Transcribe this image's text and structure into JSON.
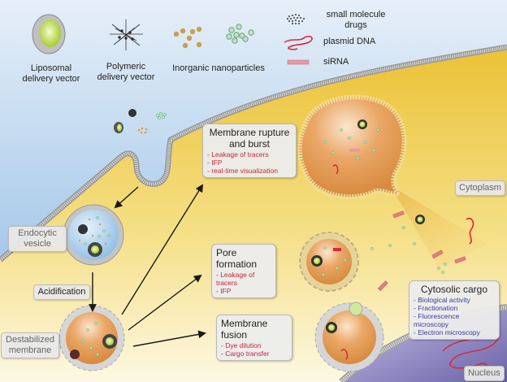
{
  "legend": {
    "vectors": [
      {
        "id": "liposomal",
        "label": "Liposomal delivery vector",
        "lines": [
          "Liposomal",
          "delivery vector"
        ],
        "icon": "liposome-icon"
      },
      {
        "id": "polymeric",
        "label": "Polymeric delivery vector",
        "lines": [
          "Polymeric",
          "delivery vector"
        ],
        "icon": "polymer-icon"
      },
      {
        "id": "inorganic",
        "label": "Inorganic nanoparticles",
        "lines": [
          "Inorganic nanoparticles"
        ],
        "icon": "nanoparticle-icon"
      }
    ],
    "cargo": [
      {
        "id": "small_molecule",
        "label": "small molecule drugs",
        "lines": [
          "small molecule",
          "drugs"
        ],
        "icon": "small-molecule-icon"
      },
      {
        "id": "plasmid",
        "label": "plasmid DNA",
        "lines": [
          "plasmid DNA"
        ],
        "icon": "plasmid-dna-icon"
      },
      {
        "id": "sirna",
        "label": "siRNA",
        "lines": [
          "siRNA"
        ],
        "icon": "sirna-icon"
      }
    ]
  },
  "stages": {
    "endocytic_vesicle": {
      "lines": [
        "Endocytic",
        "vesicle"
      ]
    },
    "acidification": {
      "label": "Acidification"
    },
    "destabilized_membrane": {
      "lines": [
        "Destabilized",
        "membrane"
      ]
    }
  },
  "mechanisms": {
    "rupture": {
      "title_lines": [
        "Membrane rupture",
        "and burst"
      ],
      "items": [
        "- Leakage of tracers",
        "- IFP",
        "- real-time visualization"
      ]
    },
    "pore": {
      "title": "Pore formation",
      "items": [
        "- Leakage of tracers",
        "- IFP"
      ]
    },
    "fusion": {
      "title": "Membrane fusion",
      "items": [
        "- Dye dilution",
        "- Cargo transfer"
      ]
    }
  },
  "cytosolic_cargo": {
    "title": "Cytosolic cargo",
    "items": [
      "- Biological activity",
      "- Fractionation",
      "- Fluorescence microscopy",
      "- Electron microscopy"
    ]
  },
  "regions": {
    "cytoplasm": "Cytoplasm",
    "nucleus": "Nucleus"
  },
  "colors": {
    "extracellular_top": "#e4eef7",
    "extracellular_bottom": "#8fbde6",
    "cytoplasm_top": "#ecc53a",
    "cytoplasm_bottom": "#fdf7dc",
    "nucleus": "#8078b8",
    "membrane": "#c8c8c8",
    "vesicle_lumen": "#a9cdee",
    "endosome_core": "#e29a52",
    "nanoparticle_gold": "#c8a050",
    "nanoparticle_green": "#8ccf9c",
    "dna_red": "#d8283c",
    "method_red": "#c0283c",
    "method_blue": "#3c3c9c"
  }
}
